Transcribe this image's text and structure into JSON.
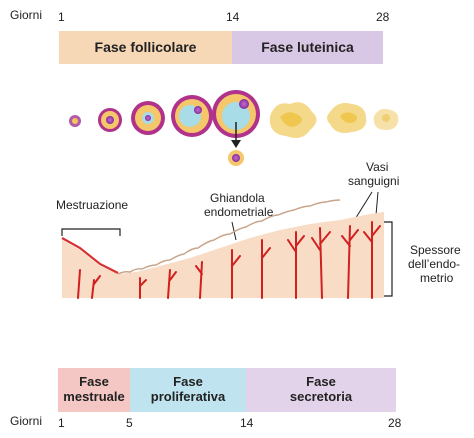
{
  "top_axis": {
    "label": "Giorni",
    "ticks": [
      "1",
      "14",
      "28"
    ]
  },
  "ovarian_phases": [
    {
      "label": "Fase follicolare",
      "color": "#f6d7b6"
    },
    {
      "label": "Fase luteinica",
      "color": "#d9c7e6"
    }
  ],
  "annotations": {
    "menstruation": "Mestruazione",
    "gland_line1": "Ghiandola",
    "gland_line2": "endometriale",
    "vessels_line1": "Vasi",
    "vessels_line2": "sanguigni",
    "thickness_line1": "Spessore",
    "thickness_line2": "dell’endo-",
    "thickness_line3": "metrio"
  },
  "uterine_phases": [
    {
      "line1": "Fase",
      "line2": "mestruale",
      "color": "#f4c7c4"
    },
    {
      "line1": "Fase",
      "line2": "proliferativa",
      "color": "#bfe3ef"
    },
    {
      "line1": "Fase",
      "line2": "secretoria",
      "color": "#e3d3ea"
    }
  ],
  "bottom_axis": {
    "label": "Giorni",
    "ticks": [
      "1",
      "5",
      "14",
      "28"
    ]
  }
}
